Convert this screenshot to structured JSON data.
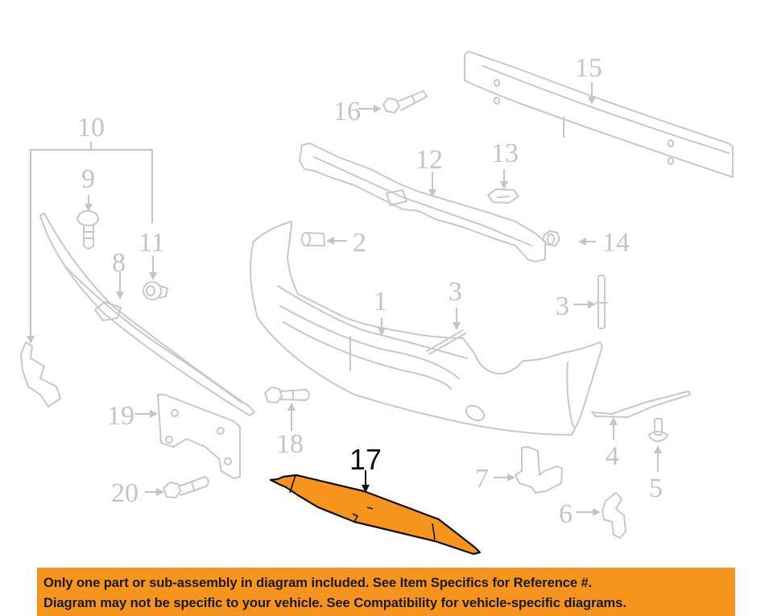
{
  "diagram": {
    "highlighted_part": "17",
    "colors": {
      "line_gray": "#c8c8c8",
      "label_gray": "#c4c4c4",
      "highlight_fill": "#f7941d",
      "highlight_stroke": "#111111",
      "banner_bg": "#f7941d"
    },
    "callouts": [
      {
        "id": "1",
        "label": "1"
      },
      {
        "id": "2",
        "label": "2"
      },
      {
        "id": "3a",
        "label": "3"
      },
      {
        "id": "3b",
        "label": "3"
      },
      {
        "id": "4",
        "label": "4"
      },
      {
        "id": "5",
        "label": "5"
      },
      {
        "id": "6",
        "label": "6"
      },
      {
        "id": "7",
        "label": "7"
      },
      {
        "id": "8",
        "label": "8"
      },
      {
        "id": "9",
        "label": "9"
      },
      {
        "id": "10",
        "label": "10"
      },
      {
        "id": "11",
        "label": "11"
      },
      {
        "id": "12",
        "label": "12"
      },
      {
        "id": "13",
        "label": "13"
      },
      {
        "id": "14",
        "label": "14"
      },
      {
        "id": "15",
        "label": "15"
      },
      {
        "id": "16",
        "label": "16"
      },
      {
        "id": "17",
        "label": "17"
      },
      {
        "id": "18",
        "label": "18"
      },
      {
        "id": "19",
        "label": "19"
      },
      {
        "id": "20",
        "label": "20"
      }
    ]
  },
  "banner": {
    "line1": "Only one part or sub-assembly in diagram included. See Item Specifics for Reference #.",
    "line2": "Diagram may not be specific to your vehicle. See Compatibility for vehicle-specific diagrams."
  }
}
